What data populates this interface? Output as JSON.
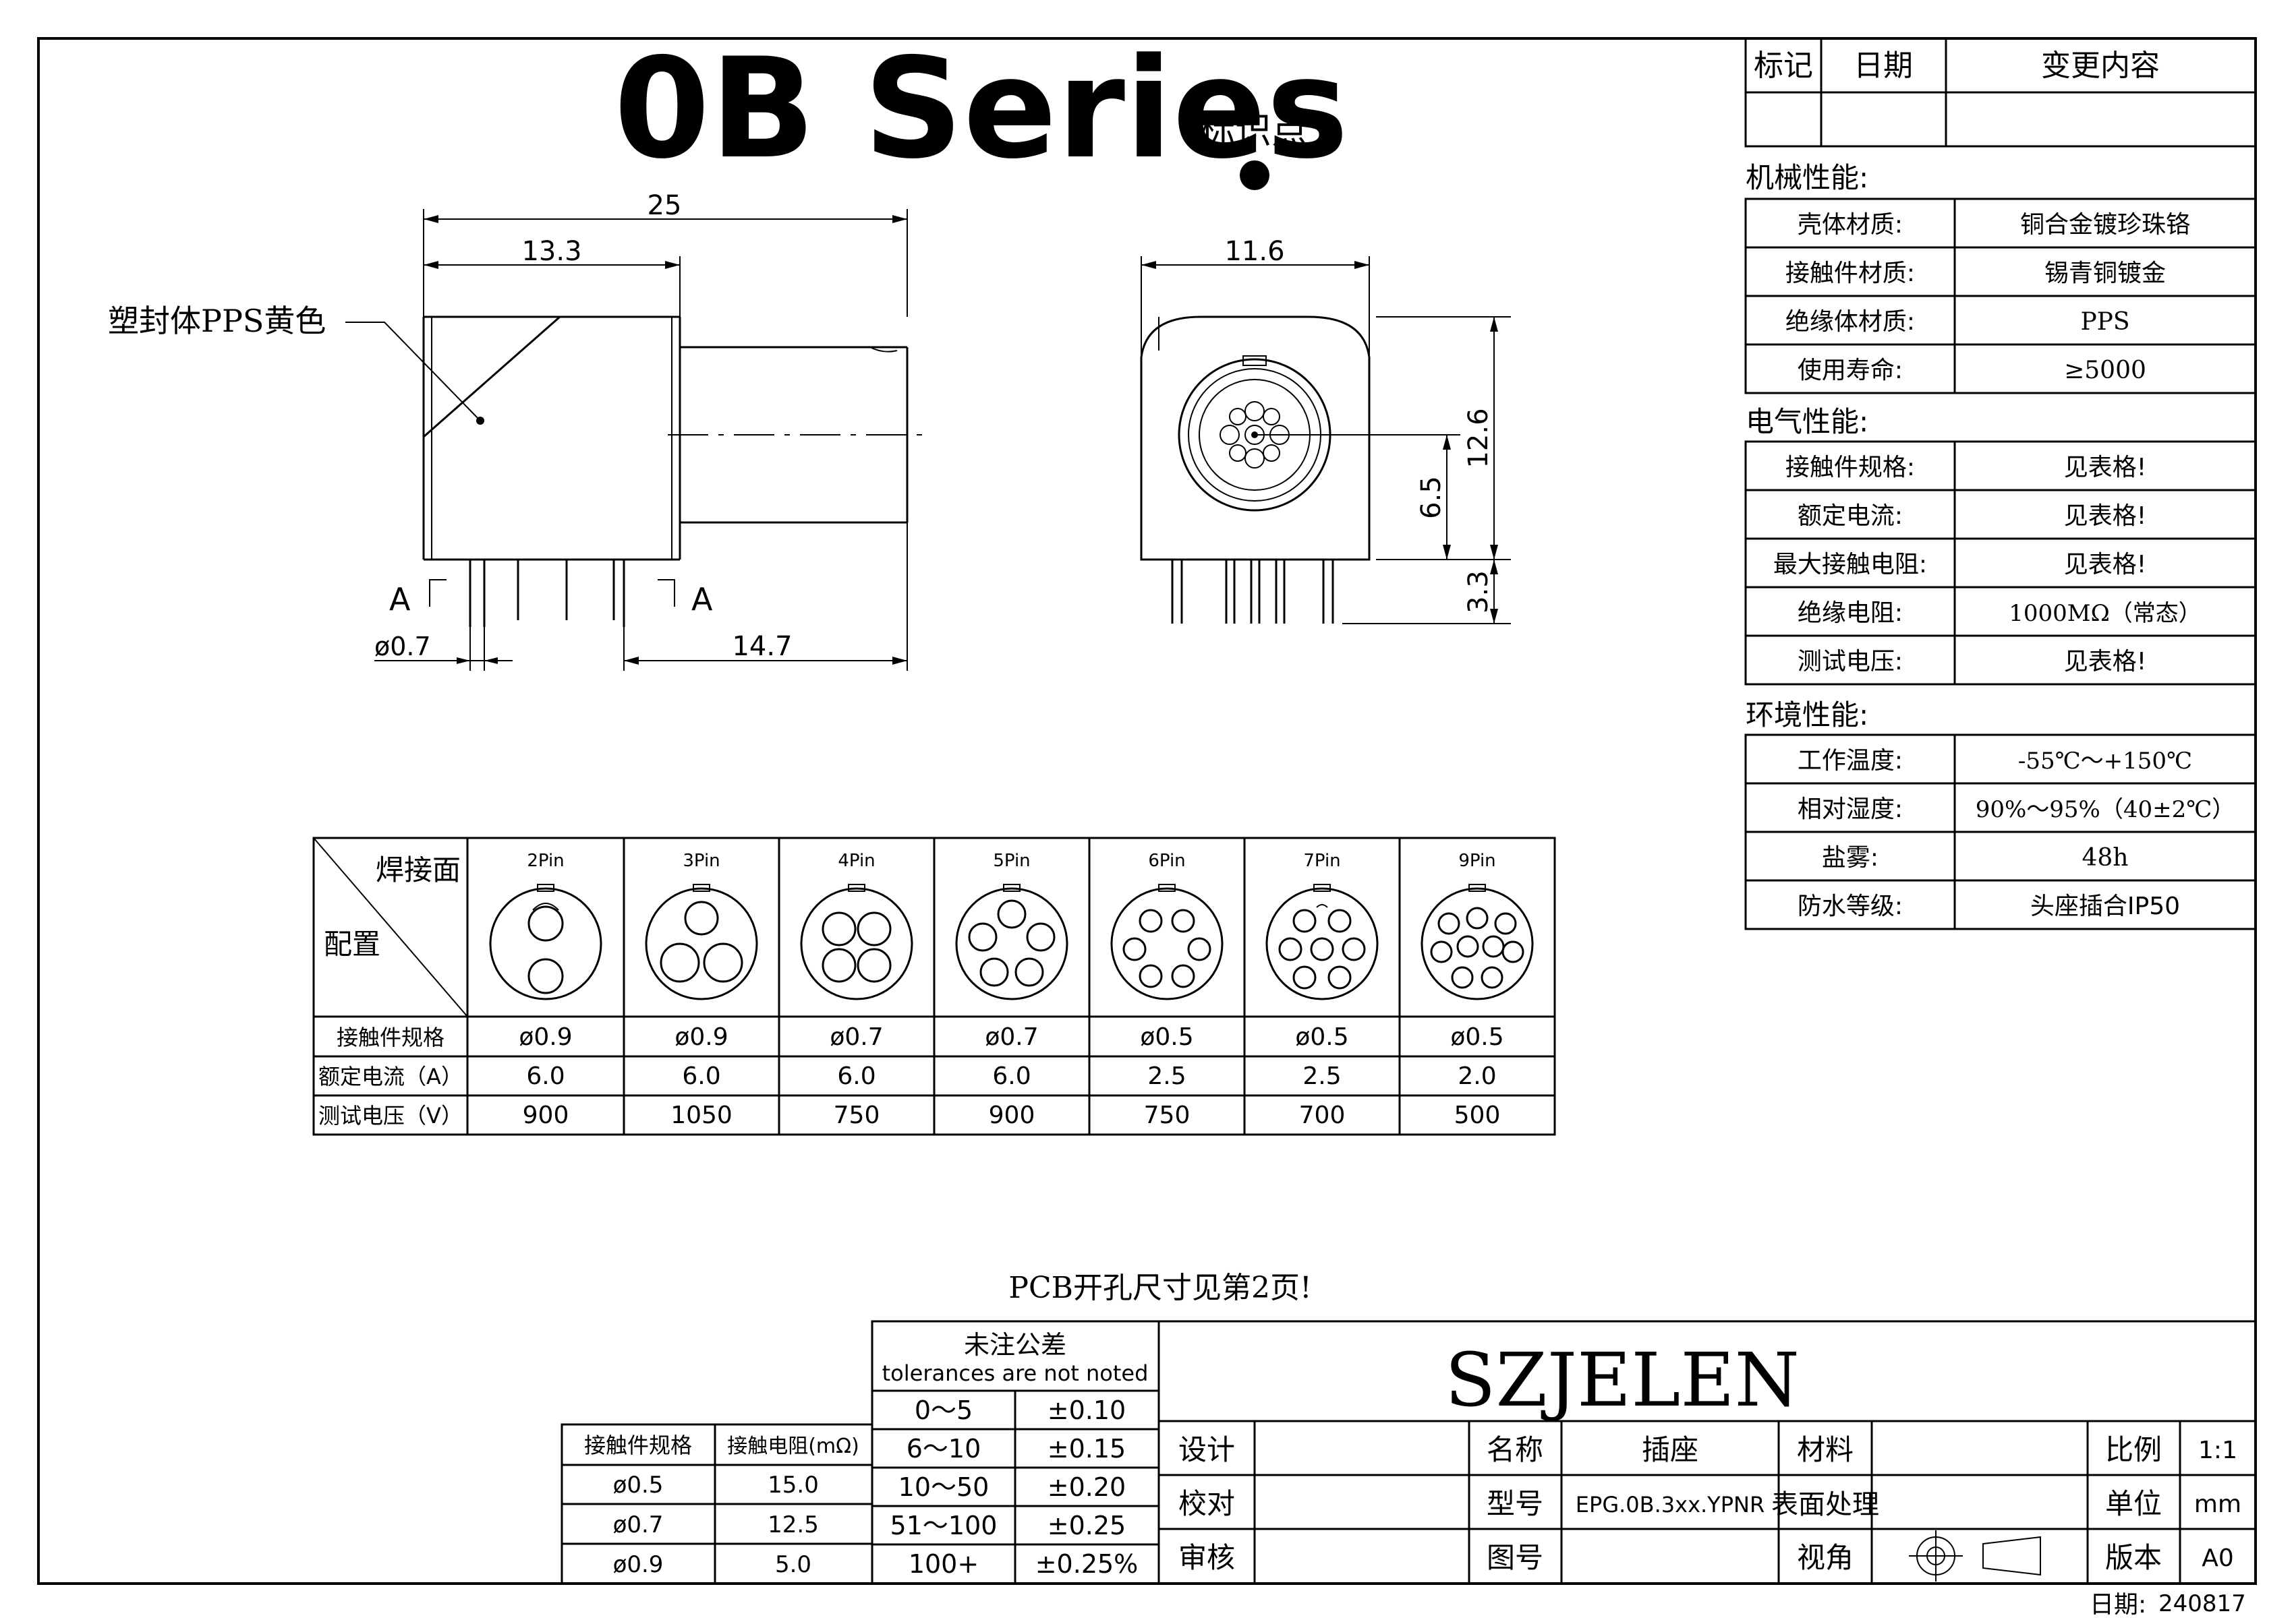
{
  "title": "0B Series",
  "title_color": "#ff0000",
  "marker_label": "标识点",
  "housing_note": "塑封体PPS黄色",
  "side_view": {
    "dim_total": "25",
    "dim_front": "13.3",
    "dim_pin_dia": "ø0.7",
    "dim_tail": "14.7",
    "section_left": "A",
    "section_right": "A"
  },
  "front_view": {
    "dim_width": "11.6",
    "dim_height": "12.6",
    "dim_center": "6.5",
    "dim_pin": "3.3"
  },
  "change_log": {
    "headers": [
      "标记",
      "日期",
      "变更内容"
    ]
  },
  "specs": [
    {
      "title": "机械性能:",
      "rows": [
        [
          "壳体材质:",
          "铜合金镀珍珠铬"
        ],
        [
          "接触件材质:",
          "锡青铜镀金"
        ],
        [
          "绝缘体材质:",
          "PPS"
        ],
        [
          "使用寿命:",
          "≥5000"
        ]
      ]
    },
    {
      "title": "电气性能:",
      "rows": [
        [
          "接触件规格:",
          "见表格!"
        ],
        [
          "额定电流:",
          "见表格!"
        ],
        [
          "最大接触电阻:",
          "见表格!"
        ],
        [
          "绝缘电阻:",
          "1000MΩ（常态）"
        ],
        [
          "测试电压:",
          "见表格!"
        ]
      ]
    },
    {
      "title": "环境性能:",
      "rows": [
        [
          "工作温度:",
          "-55℃～+150℃"
        ],
        [
          "相对湿度:",
          "90%～95%（40±2℃）"
        ],
        [
          "盐雾:",
          "48h"
        ],
        [
          "防水等级:",
          "头座插合IP50"
        ]
      ]
    }
  ],
  "pin_table": {
    "corner_top": "焊接面",
    "corner_bottom": "配置",
    "pins": [
      "2Pin",
      "3Pin",
      "4Pin",
      "5Pin",
      "6Pin",
      "7Pin",
      "9Pin"
    ],
    "rows": [
      {
        "label": "接触件规格",
        "values": [
          "ø0.9",
          "ø0.9",
          "ø0.7",
          "ø0.7",
          "ø0.5",
          "ø0.5",
          "ø0.5"
        ]
      },
      {
        "label": "额定电流（A）",
        "values": [
          "6.0",
          "6.0",
          "6.0",
          "6.0",
          "2.5",
          "2.5",
          "2.0"
        ]
      },
      {
        "label": "测试电压（V）",
        "values": [
          "900",
          "1050",
          "750",
          "900",
          "750",
          "700",
          "500"
        ]
      }
    ]
  },
  "pcb_note": "PCB开孔尺寸见第2页!",
  "resistance_table": {
    "headers": [
      "接触件规格",
      "接触电阻(mΩ)"
    ],
    "rows": [
      [
        "ø0.5",
        "15.0"
      ],
      [
        "ø0.7",
        "12.5"
      ],
      [
        "ø0.9",
        "5.0"
      ]
    ]
  },
  "tolerance_table": {
    "title_cn": "未注公差",
    "title_en": "tolerances are not noted",
    "rows": [
      [
        "0～5",
        "±0.10"
      ],
      [
        "6～10",
        "±0.15"
      ],
      [
        "10～50",
        "±0.20"
      ],
      [
        "51～100",
        "±0.25"
      ],
      [
        "100+",
        "±0.25%"
      ]
    ]
  },
  "title_block": {
    "company": "SZJELEN",
    "design_label": "设计",
    "check_label": "校对",
    "review_label": "审核",
    "name_label": "名称",
    "name_value": "插座",
    "model_label": "型号",
    "model_value": "EPG.0B.3xx.YPNR",
    "drawing_label": "图号",
    "material_label": "材料",
    "surface_label": "表面处理",
    "view_label": "视角",
    "scale_label": "比例",
    "scale_value": "1:1",
    "unit_label": "单位",
    "unit_value": "mm",
    "version_label": "版本",
    "version_value": "A0"
  },
  "date_label": "日期:",
  "date_value": "240817"
}
